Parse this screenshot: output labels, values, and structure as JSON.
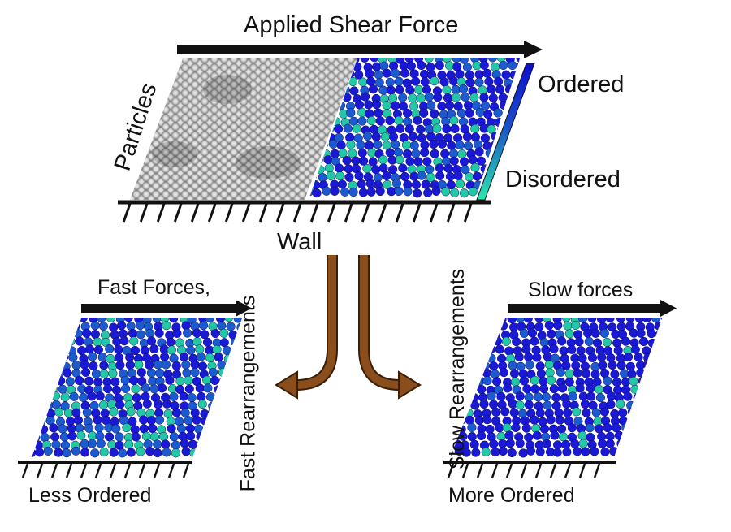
{
  "top": {
    "title": "Applied Shear Force",
    "particles_label": "Particles",
    "wall_label": "Wall",
    "scale_high": "Ordered",
    "scale_low": "Disordered"
  },
  "left": {
    "force_label": "Fast Forces,",
    "rearrange_label": "Fast Rearrangements",
    "result_label": "Less Ordered"
  },
  "right": {
    "force_label": "Slow forces",
    "rearrange_label": "Slow Rearrangements",
    "result_label": "More Ordered"
  },
  "colors": {
    "ordered": "#1a1ad6",
    "mid": "#1c5ad0",
    "disordered": "#22c7a5",
    "arrow_brown": "#7a4418",
    "ink": "#111111"
  }
}
